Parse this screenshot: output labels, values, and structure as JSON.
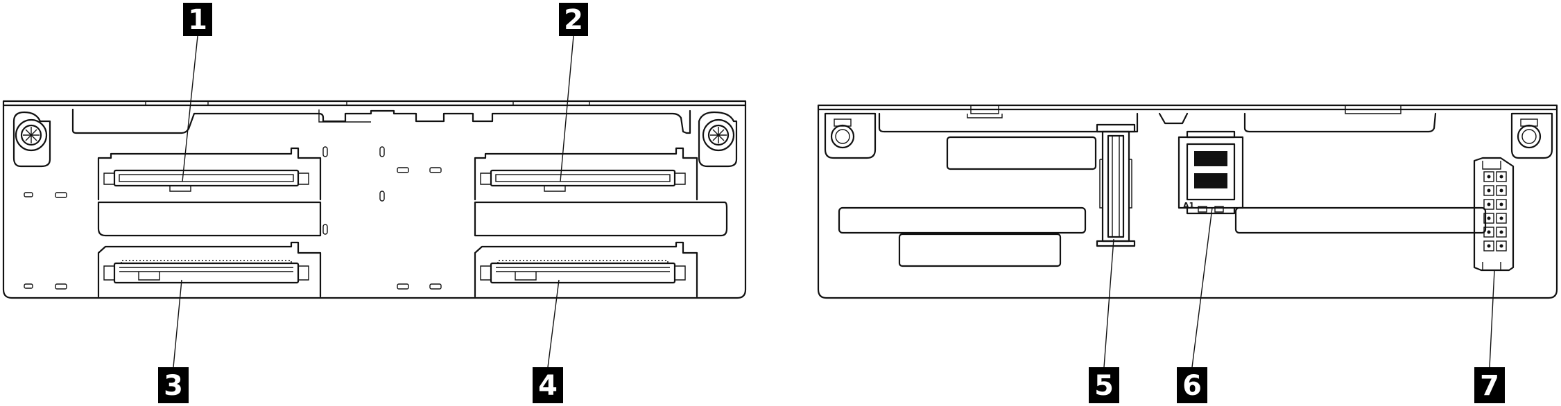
{
  "callouts": {
    "c1": "1",
    "c2": "2",
    "c3": "3",
    "c4": "4",
    "c5": "5",
    "c6": "6",
    "c7": "7"
  },
  "connector_marking": "A1",
  "colors": {
    "line": "#111111",
    "background": "#ffffff",
    "callout_fill": "#000000",
    "callout_text": "#ffffff"
  }
}
